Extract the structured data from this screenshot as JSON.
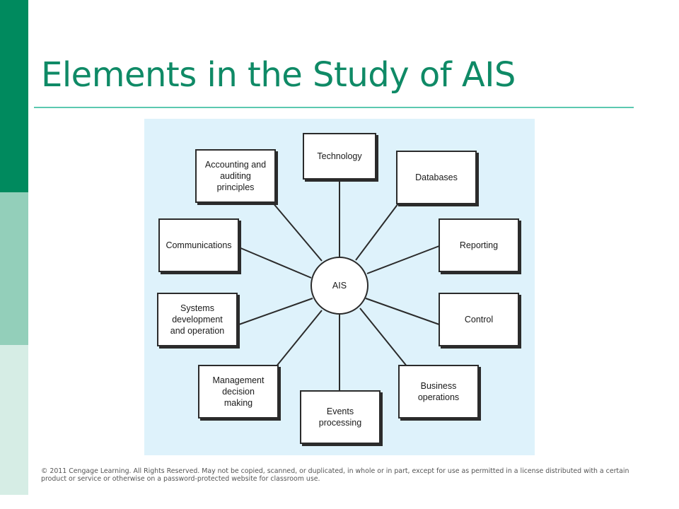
{
  "slide": {
    "title": "Elements in the Study of AIS",
    "footer": "© 2011 Cengage Learning. All Rights Reserved. May not be copied, scanned, or duplicated, in whole or in part, except for use as permitted in a license distributed with a certain product or service or otherwise on a password-protected website for classroom use."
  },
  "diagram": {
    "center": "AIS",
    "nodes": [
      "Technology",
      "Databases",
      "Reporting",
      "Control",
      "Business\noperations",
      "Events\nprocessing",
      "Management\ndecision\nmaking",
      "Systems\ndevelopment\nand operation",
      "Communications",
      "Accounting and\nauditing\nprinciples"
    ]
  }
}
